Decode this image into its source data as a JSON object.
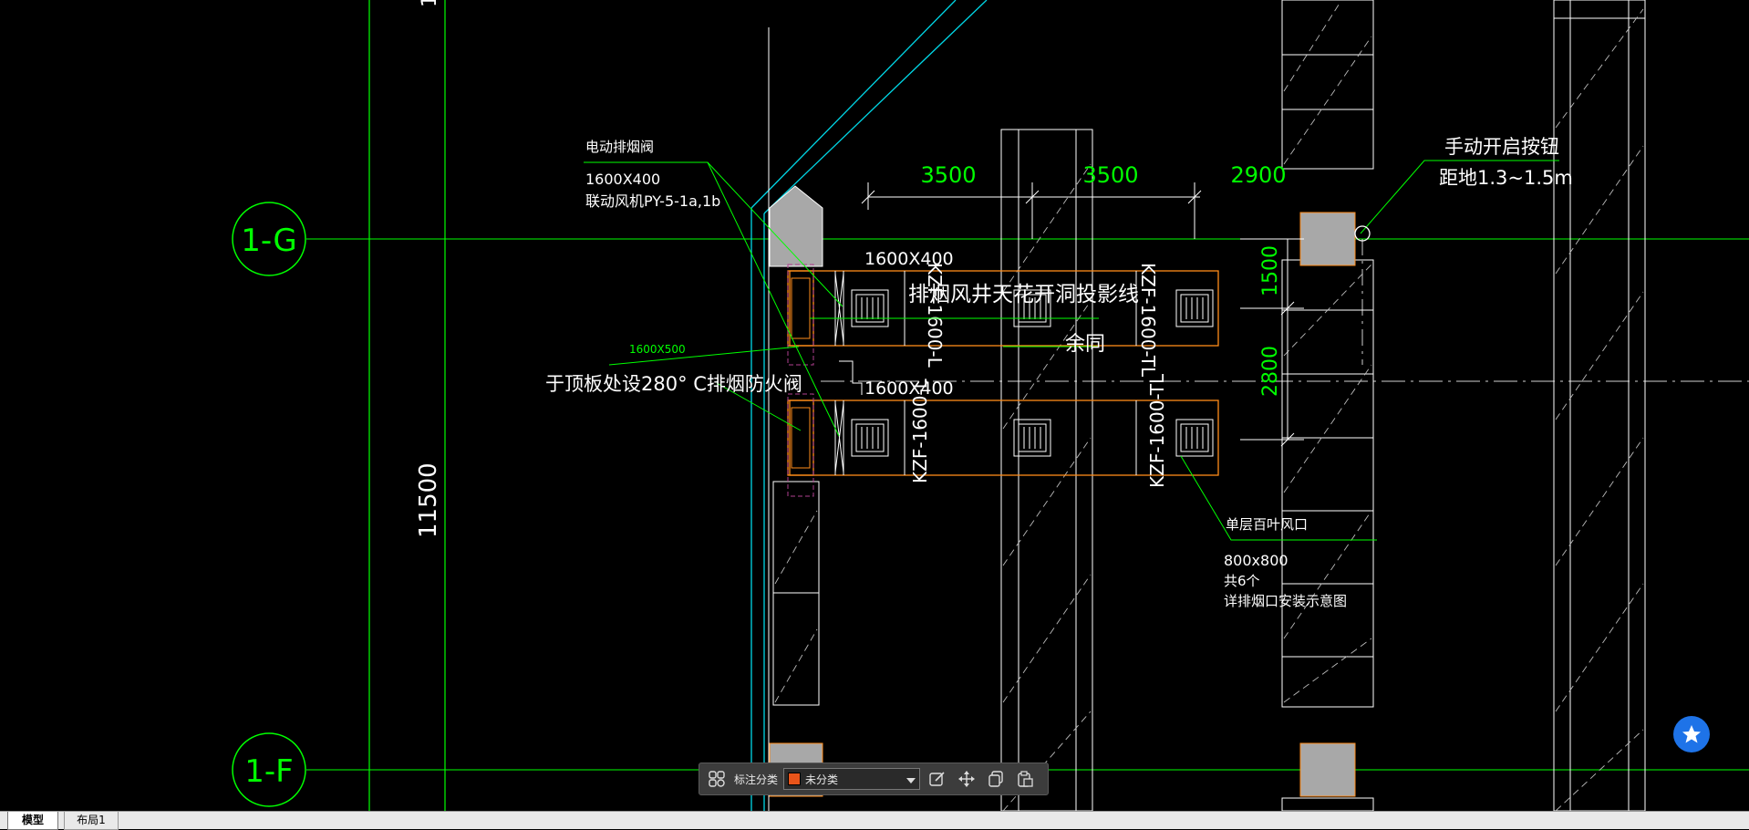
{
  "colors": {
    "background": "#000000",
    "grid_green": "#00ff00",
    "cyan": "#00d7e6",
    "white": "#ffffff",
    "orange": "#ff8c1a",
    "gray_fill": "#a0a0a0",
    "fav_blue": "#1e73e8"
  },
  "axis_labels": {
    "axis_g": "1-G",
    "axis_f": "1-F"
  },
  "dimensions": {
    "vertical_span": "11500",
    "span_1": "3500",
    "span_2": "3500",
    "span_3": "2900",
    "v_1500": "1500",
    "v_2800": "2800"
  },
  "annotations": {
    "damper_title": "电动排烟阀",
    "damper_size": "1600X400",
    "damper_link": "联动风机PY-5-1a,1b",
    "duct_size_top": "1600X400",
    "shaft_projection": "排烟风井天花开洞投影线",
    "same_below": "余同",
    "duct_size_mid": "1600X400",
    "small_size": "1600X500",
    "fire_damper": "于顶板处设280° C排烟防火阀",
    "manual_button": "手动开启按钮",
    "manual_height": "距地1.3~1.5m",
    "louver_title": "单层百叶风口",
    "louver_size": "800x800",
    "louver_count": "共6个",
    "louver_ref": "详排烟口安装示意图",
    "kzf_1": "KZF-1600-L",
    "kzf_2": "KZF-1600-TL",
    "kzf_3": "KZF-1600-L",
    "kzf_4": "KZF-1600-TL"
  },
  "toolbar": {
    "grid_icon": "grid-icon",
    "category_label": "标注分类",
    "category_value": "未分类",
    "category_color": "#e8541a",
    "edit_icon": "edit-icon",
    "move_icon": "move-icon",
    "copy_icon": "copy-icon",
    "paste_icon": "paste-icon"
  },
  "tabs": {
    "model": "模型",
    "layout": "布局1"
  },
  "fav_icon": "star-icon"
}
